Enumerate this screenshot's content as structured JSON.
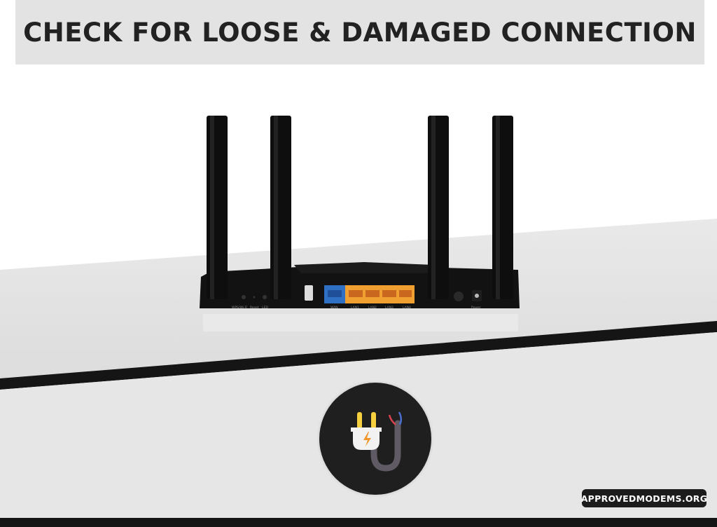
{
  "header": {
    "title": "CHECK FOR LOOSE & DAMAGED CONNECTION"
  },
  "router": {
    "labels": {
      "wps": "WPS/Wi-Fi",
      "reset": "Reset",
      "led": "LED",
      "wan": "WAN",
      "lan1": "LAN1",
      "lan2": "LAN2",
      "lan3": "LAN3",
      "lan4": "LAN4",
      "power": "Power"
    },
    "colors": {
      "body": "#111111",
      "wan_port": "#2f6fc4",
      "lan_ports": "#f0a030"
    }
  },
  "icon": {
    "name": "damaged-plug-icon",
    "colors": {
      "circle": "#1f1f1f",
      "prongs": "#f5cf3e",
      "plug": "#f2f2f2",
      "bolt": "#f0962a",
      "cable": "#5f5a63",
      "wire_red": "#d9434e",
      "wire_blue": "#4a6fd0"
    }
  },
  "footer": {
    "site": "APPROVEDMODEMS.ORG"
  }
}
